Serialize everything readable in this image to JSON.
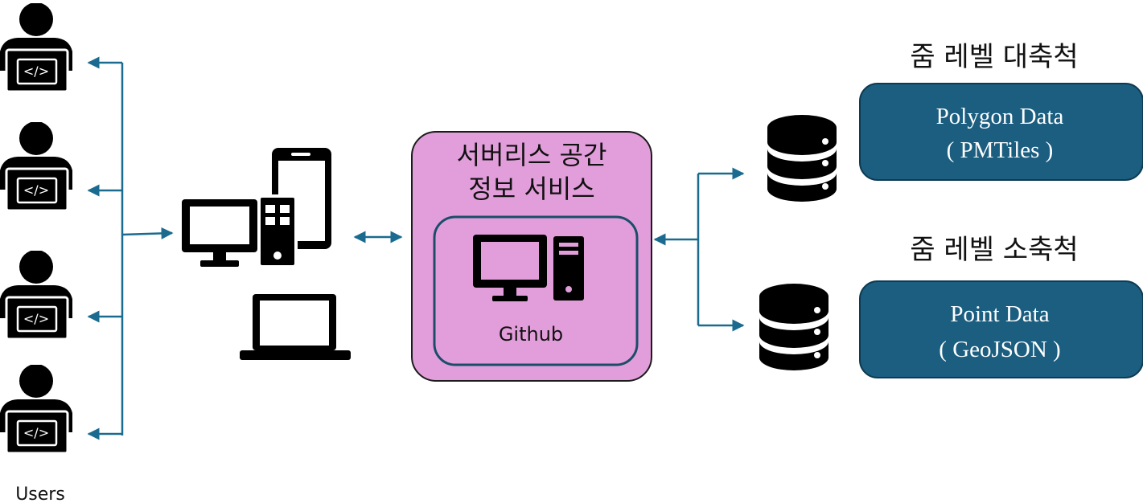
{
  "users": {
    "label": "Users",
    "count": 4,
    "code_glyph": "</>"
  },
  "service": {
    "title_line1": "서버리스 공간",
    "title_line2": "정보 서비스",
    "host_label": "Github"
  },
  "data_sources": [
    {
      "zoom_label": "줌 레벨 대축척",
      "name": "Polygon Data",
      "format": "( PMTiles )"
    },
    {
      "zoom_label": "줌 레벨 소축척",
      "name": "Point Data",
      "format": "( GeoJSON )"
    }
  ],
  "colors": {
    "connector": "#1a6b8f",
    "service_fill": "#e29edb",
    "data_box_fill": "#1b5e80",
    "data_box_text": "#ffffff",
    "icon": "#000000"
  }
}
